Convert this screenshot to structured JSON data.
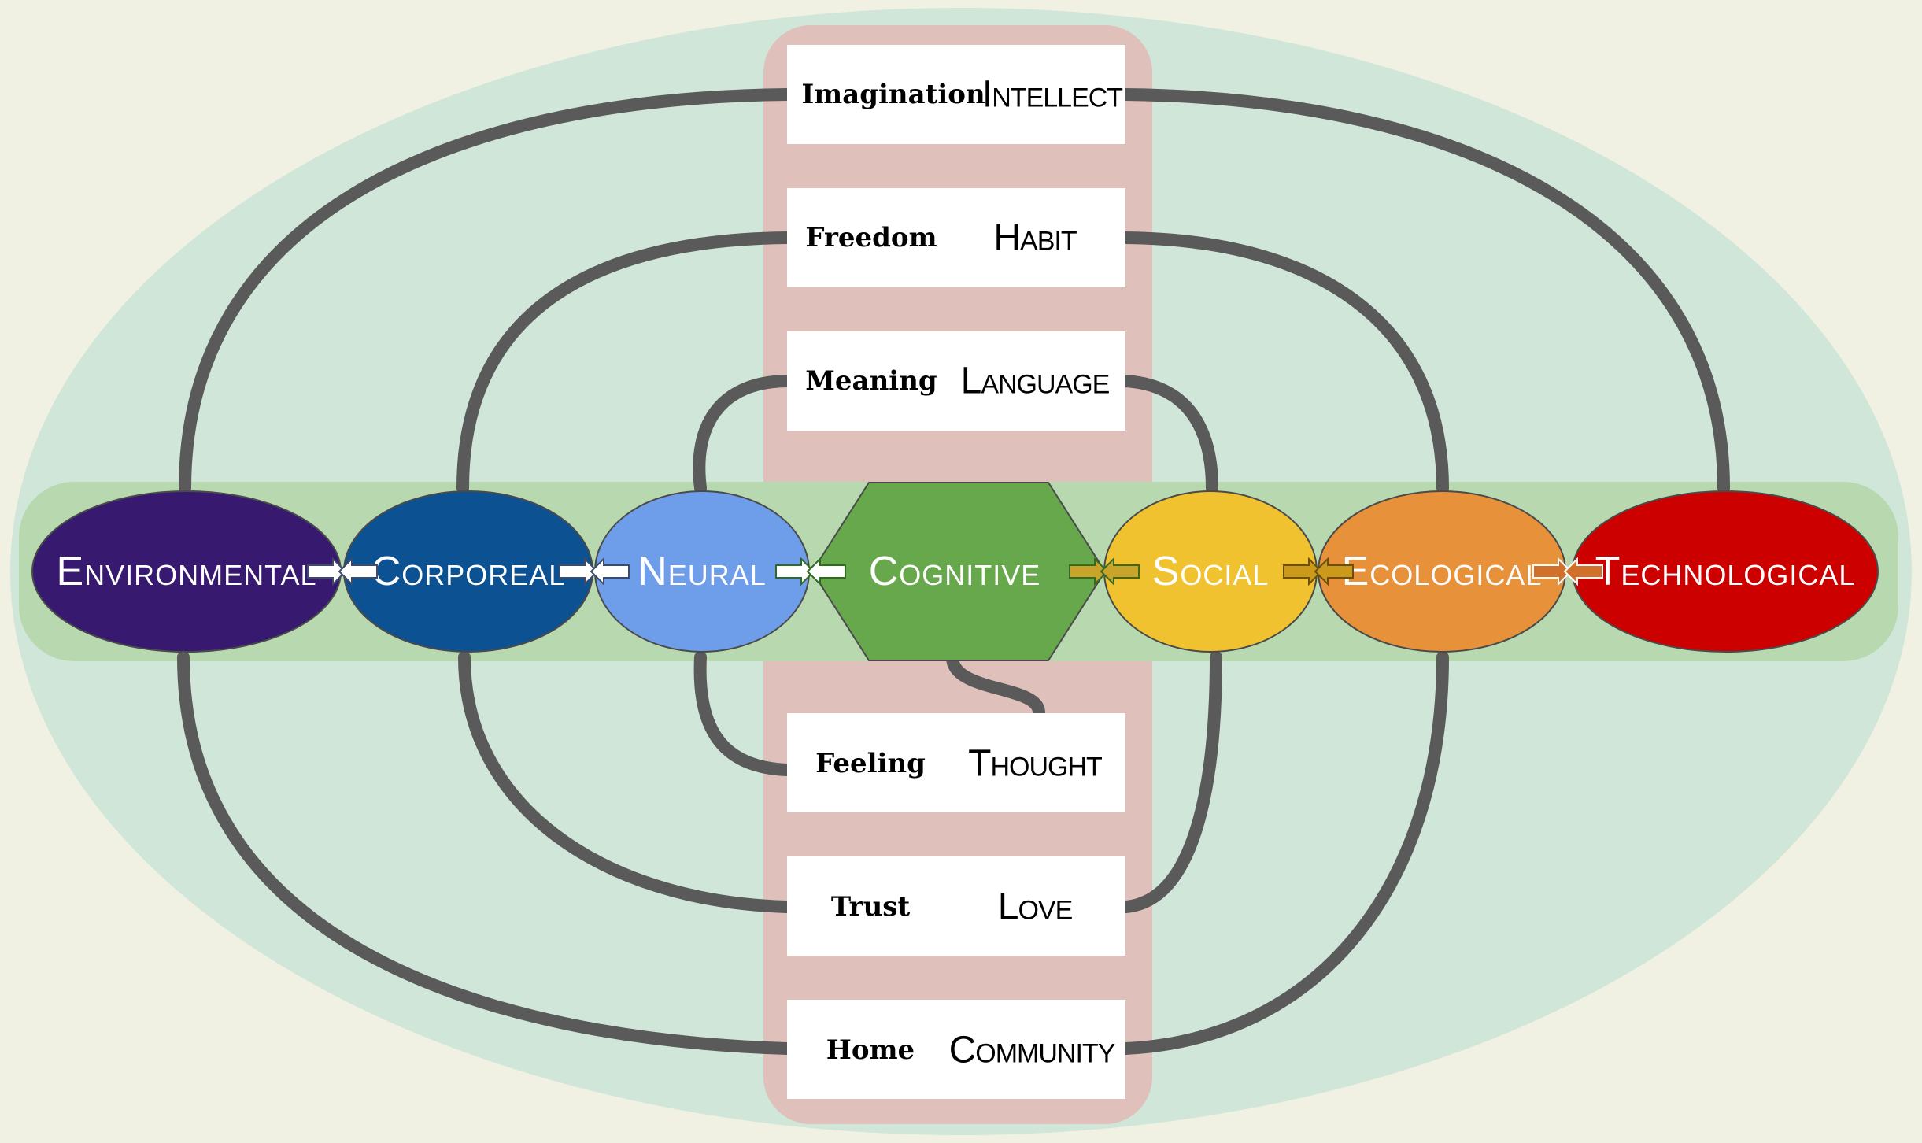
{
  "colors": {
    "background": "#f1f1e3",
    "outer_ellipse": "#cfe6d9",
    "vertical_band": "#dfc0bb",
    "horizontal_band": "#b8d9b0",
    "connector": "#5a5a5a"
  },
  "nodes": [
    {
      "id": "environmental",
      "label": "Environmental",
      "color": "#371a70"
    },
    {
      "id": "corporeal",
      "label": "Corporeal",
      "color": "#0c5191"
    },
    {
      "id": "neural",
      "label": "Neural",
      "color": "#6e9de9"
    },
    {
      "id": "cognitive",
      "label": "Cognitive",
      "color": "#67a84d"
    },
    {
      "id": "social",
      "label": "Social",
      "color": "#f0c230"
    },
    {
      "id": "ecological",
      "label": "Ecological",
      "color": "#e7913a"
    },
    {
      "id": "technological",
      "label": "Technological",
      "color": "#cd0000"
    }
  ],
  "cards_top": [
    {
      "left": "Imagination",
      "right": "Intellect"
    },
    {
      "left": "Freedom",
      "right": "Habit"
    },
    {
      "left": "Meaning",
      "right": "Language"
    }
  ],
  "cards_bottom": [
    {
      "left": "Feeling",
      "right": "Thought"
    },
    {
      "left": "Trust",
      "right": "Love"
    },
    {
      "left": "Home",
      "right": "Community"
    }
  ],
  "icons": {
    "arrow": "double-arrow-icon"
  }
}
